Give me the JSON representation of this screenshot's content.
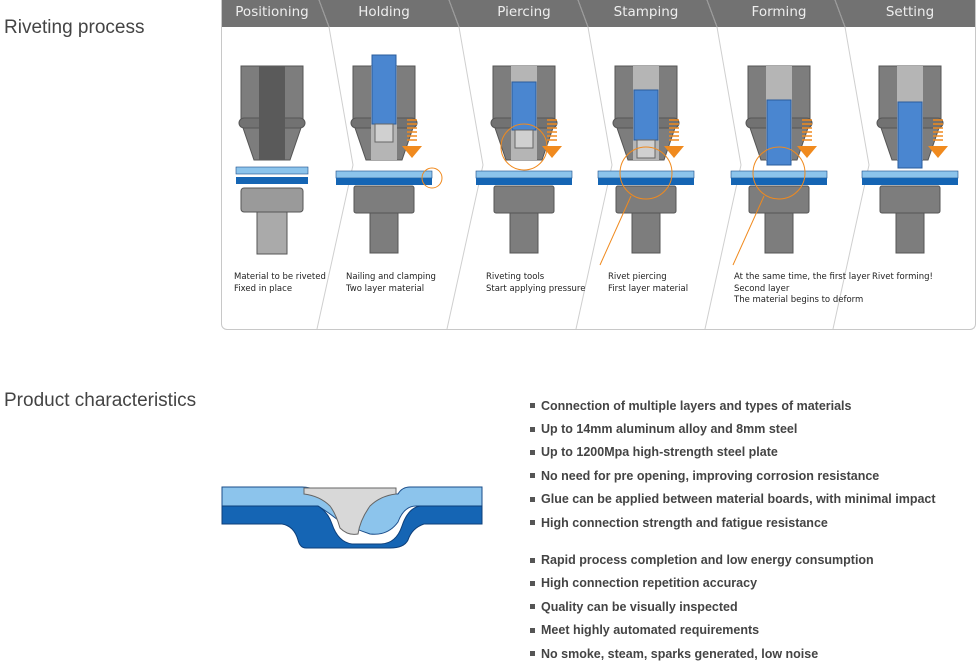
{
  "sections": {
    "process_title": "Riveting process",
    "characteristics_title": "Product characteristics"
  },
  "stages": [
    {
      "name": "Positioning",
      "caption": [
        "Material to be riveted",
        "Fixed in place"
      ]
    },
    {
      "name": "Holding",
      "caption": [
        "Nailing and clamping",
        "Two layer material"
      ]
    },
    {
      "name": "Piercing",
      "caption": [
        "Riveting tools",
        "Start applying pressure"
      ]
    },
    {
      "name": "Stamping",
      "caption": [
        "Rivet piercing",
        "First layer material"
      ]
    },
    {
      "name": "Forming",
      "caption": [
        "At the same time, the first layer",
        "Second layer",
        "The material begins to deform"
      ]
    },
    {
      "name": "Setting",
      "caption": [
        "Rivet forming!"
      ]
    }
  ],
  "characteristics": [
    "Connection of multiple layers and types of materials",
    "Up to 14mm aluminum alloy and 8mm steel",
    "Up to 1200Mpa high-strength steel plate",
    "No need for pre opening, improving corrosion resistance",
    "Glue can be applied between material boards, with minimal impact",
    "High connection strength and fatigue resistance",
    "Rapid process completion and low energy consumption",
    "High connection repetition accuracy",
    "Quality can be visually inspected",
    "Meet highly automated requirements",
    "No smoke, steam, sparks generated, low noise"
  ],
  "colors": {
    "header": "#727272",
    "die": "#7a7a7a",
    "sheet_top": "#8cc4ec",
    "sheet_bottom": "#1565b4",
    "punch": "#4a86d0",
    "arrow": "#f08a1e"
  }
}
